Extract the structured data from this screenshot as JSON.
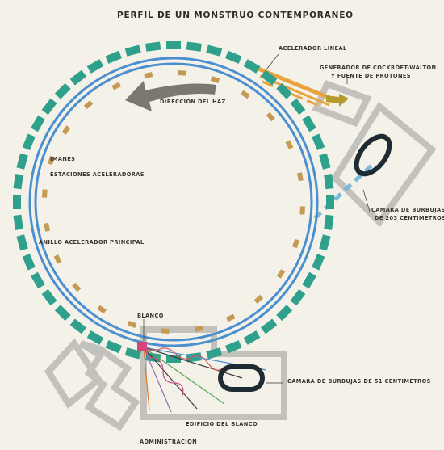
{
  "title": "PERFIL DE UN MONSTRUO CONTEMPORANEO",
  "labels": {
    "acelerador_lineal": "ACELERADOR LINEAL",
    "generador_1": "GENERADOR DE COCKROFT-WALTON",
    "generador_2": "Y FUENTE DE PROTONES",
    "direccion": "DIRECCION DEL HAZ",
    "imanes": "IMANES",
    "estaciones": "ESTACIONES ACELERADORAS",
    "anillo": "ANILLO ACELERADOR PRINCIPAL",
    "camara203_1": "CAMARA DE BURBUJAS",
    "camara203_2": "DE 203 CENTIMETROS",
    "blanco": "BLANCO",
    "camara51": "CAMARA DE BURBUJAS DE 51 CENTIMETROS",
    "edificio": "EDIFICIO DEL BLANCO",
    "administracion": "ADMINISTRACION"
  },
  "colors": {
    "background": "#f3f1e8",
    "ring": "#4a8fd0",
    "magnet": "#2ea08c",
    "station": "#c49a55",
    "building": "#c3c1bb",
    "arrow": "#7d786f",
    "linac": "#e8a43c",
    "target": "#d4457a",
    "chamber": "#1f2b33"
  }
}
